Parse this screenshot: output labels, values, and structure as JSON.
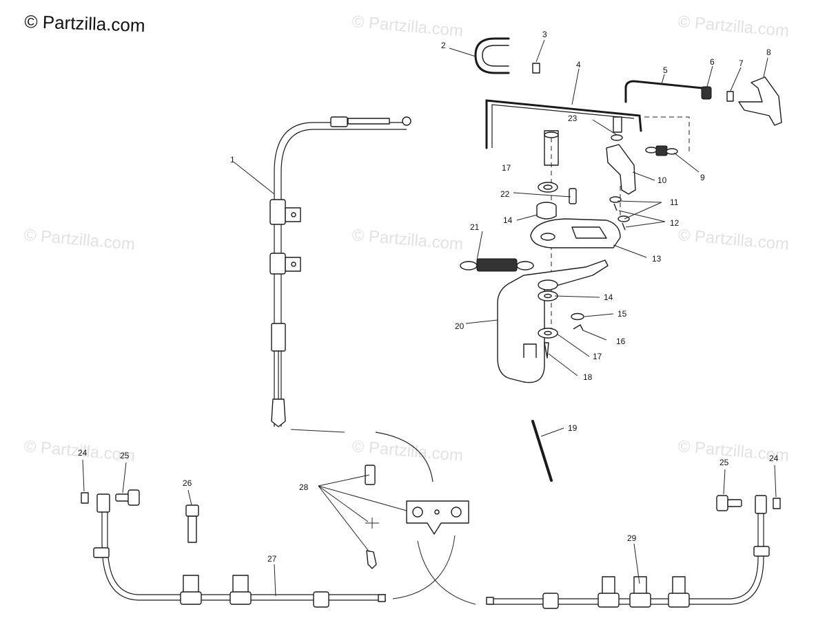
{
  "brand": "© Partzilla.com",
  "watermark": "© Partzilla.com",
  "callouts": {
    "c1": "1",
    "c2": "2",
    "c3": "3",
    "c4": "4",
    "c5": "5",
    "c6": "6",
    "c7": "7",
    "c8": "8",
    "c9": "9",
    "c10": "10",
    "c11": "11",
    "c12": "12",
    "c13": "13",
    "c14a": "14",
    "c14b": "14",
    "c15": "15",
    "c16": "16",
    "c17a": "17",
    "c17b": "17",
    "c18": "18",
    "c19": "19",
    "c20": "20",
    "c21": "21",
    "c22": "22",
    "c23": "23",
    "c24a": "24",
    "c24b": "24",
    "c25a": "25",
    "c25b": "25",
    "c26": "26",
    "c27": "27",
    "c28": "28",
    "c29": "29"
  }
}
